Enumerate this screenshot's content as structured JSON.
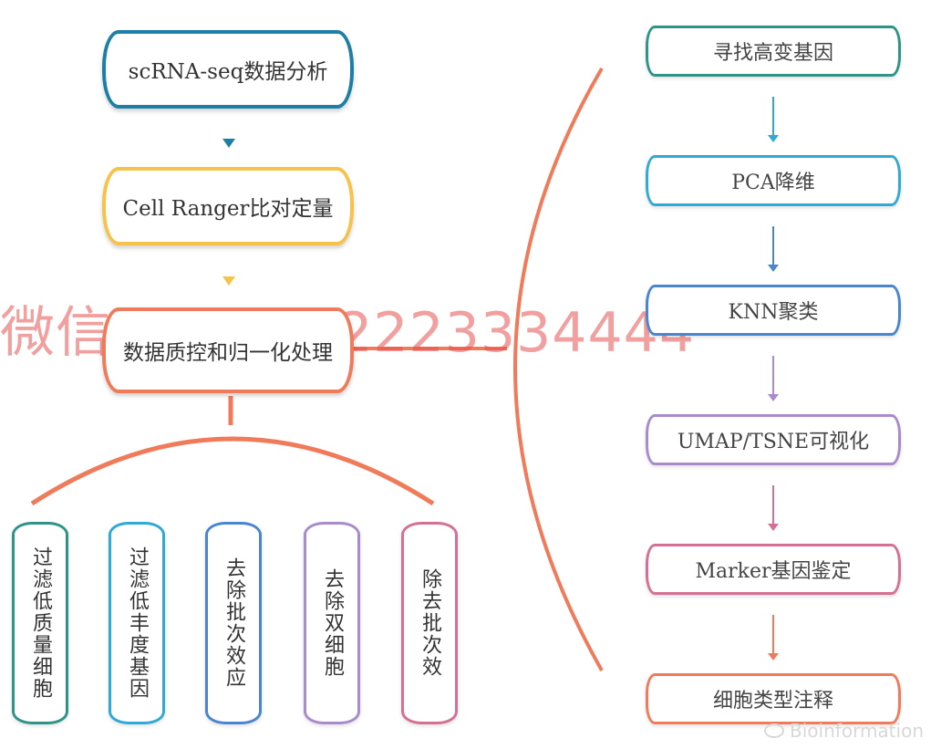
{
  "main_flow": [
    {
      "id": "analysis",
      "label": "scRNA-seq数据分析",
      "color": "#1e7fa6"
    },
    {
      "id": "cellranger",
      "label": "Cell Ranger比对定量",
      "color": "#f6c24a"
    },
    {
      "id": "qc",
      "label": "数据质控和归一化处理",
      "color": "#f07b5a"
    }
  ],
  "qc_steps": [
    {
      "label": "过滤低质量细胞",
      "color": "#2e9488"
    },
    {
      "label": "过滤低丰度基因",
      "color": "#2fa9d5"
    },
    {
      "label": "去除批次效应",
      "color": "#4a86d0"
    },
    {
      "label": "去除双细胞",
      "color": "#a98bcc"
    },
    {
      "label": "除去批次效",
      "color": "#d56f93"
    }
  ],
  "pipeline_steps": [
    {
      "label": "寻找高变基因",
      "color": "#2e9488"
    },
    {
      "label": "PCA降维",
      "color": "#2fa9d5"
    },
    {
      "label": "KNN聚类",
      "color": "#4a86d0"
    },
    {
      "label": "UMAP/TSNE可视化",
      "color": "#a98bcc"
    },
    {
      "label": "Marker基因鉴定",
      "color": "#d56f93"
    },
    {
      "label": "细胞类型注释",
      "color": "#f07b5a"
    }
  ],
  "connector_color": "#f07b5a",
  "watermark": "微信：kc1112223334444",
  "footer": "Bioinformation"
}
